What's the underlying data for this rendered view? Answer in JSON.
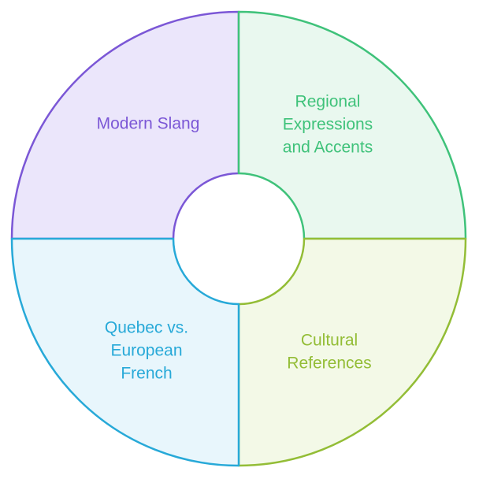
{
  "segments": [
    {
      "id": "modern-slang",
      "lines": [
        "Modern Slang"
      ],
      "fill": "#ebe6fb",
      "stroke": "#7b57d6",
      "text_color": "#7b57d6"
    },
    {
      "id": "regional-expressions",
      "lines": [
        "Regional",
        "Expressions",
        "and Accents"
      ],
      "fill": "#e9f8ef",
      "stroke": "#3fc27a",
      "text_color": "#3fc27a"
    },
    {
      "id": "cultural-references",
      "lines": [
        "Cultural",
        "References"
      ],
      "fill": "#f3f9e7",
      "stroke": "#93bd36",
      "text_color": "#93bd36"
    },
    {
      "id": "quebec-vs-european",
      "lines": [
        "Quebec vs.",
        "European",
        "French"
      ],
      "fill": "#e8f6fc",
      "stroke": "#27a9d8",
      "text_color": "#27a9d8"
    }
  ]
}
